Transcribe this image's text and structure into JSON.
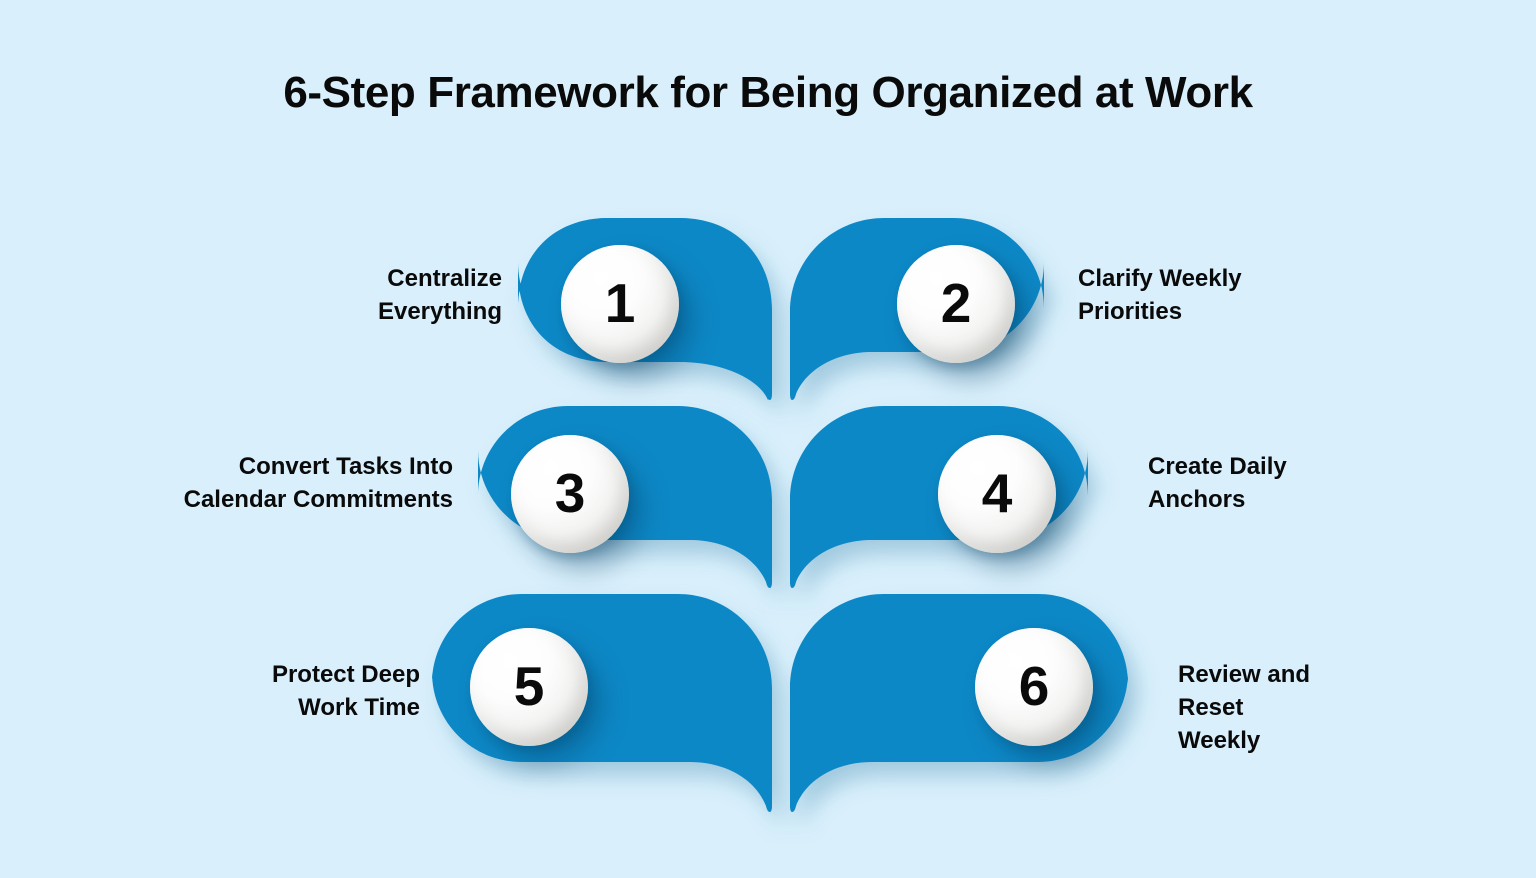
{
  "page": {
    "title": "6-Step Framework for Being Organized at Work",
    "background_color": "#d9f0fc",
    "accent_color": "#0e88c6",
    "text_color": "#0a0a0a",
    "sphere_color": "#ffffff"
  },
  "steps": [
    {
      "number": "1",
      "label_lines": [
        "Centralize",
        "Everything"
      ],
      "label_text": "Centralize Everything",
      "side": "left",
      "row": 1
    },
    {
      "number": "2",
      "label_lines": [
        "Clarify Weekly",
        "Priorities"
      ],
      "label_text": "Clarify Weekly Priorities",
      "side": "right",
      "row": 1
    },
    {
      "number": "3",
      "label_lines": [
        "Convert Tasks Into",
        "Calendar Commitments"
      ],
      "label_text": "Convert Tasks Into Calendar Commitments",
      "side": "left",
      "row": 2
    },
    {
      "number": "4",
      "label_lines": [
        "Create Daily",
        "Anchors"
      ],
      "label_text": "Create Daily Anchors",
      "side": "right",
      "row": 2
    },
    {
      "number": "5",
      "label_lines": [
        "Protect Deep",
        "Work Time"
      ],
      "label_text": "Protect Deep Work Time",
      "side": "left",
      "row": 3
    },
    {
      "number": "6",
      "label_lines": [
        "Review and",
        "Reset",
        "Weekly"
      ],
      "label_text": "Review and Reset Weekly",
      "side": "right",
      "row": 3
    }
  ]
}
